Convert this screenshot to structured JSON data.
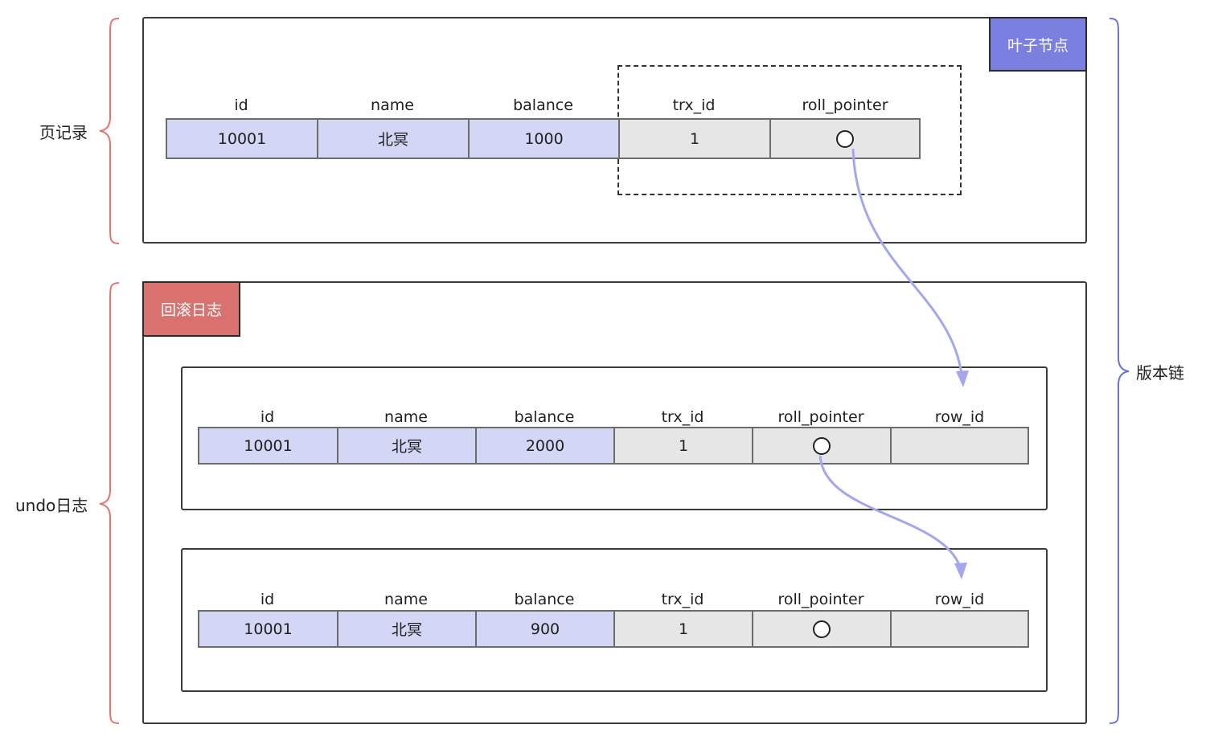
{
  "labels": {
    "page_records": "页记录",
    "undo_log": "undo日志",
    "version_chain": "版本链",
    "leaf_node": "叶子节点",
    "rollback_log": "回滚日志"
  },
  "leaf_record": {
    "headers": [
      "id",
      "name",
      "balance",
      "trx_id",
      "roll_pointer"
    ],
    "values": [
      "10001",
      "北冥",
      "1000",
      "1",
      ""
    ]
  },
  "undo_records": [
    {
      "headers": [
        "id",
        "name",
        "balance",
        "trx_id",
        "roll_pointer",
        "row_id"
      ],
      "values": [
        "10001",
        "北冥",
        "2000",
        "1",
        "",
        ""
      ]
    },
    {
      "headers": [
        "id",
        "name",
        "balance",
        "trx_id",
        "roll_pointer",
        "row_id"
      ],
      "values": [
        "10001",
        "北冥",
        "900",
        "1",
        "",
        ""
      ]
    }
  ],
  "colors": {
    "brace_left": "#e0766f",
    "brace_right": "#6b74d6",
    "arrow": "#a3a7ee",
    "leaf_tag": "#7b7fe0",
    "rollback_tag": "#d9716f",
    "cell_purple": "#d3d6f4",
    "cell_gray": "#e6e6e6"
  }
}
